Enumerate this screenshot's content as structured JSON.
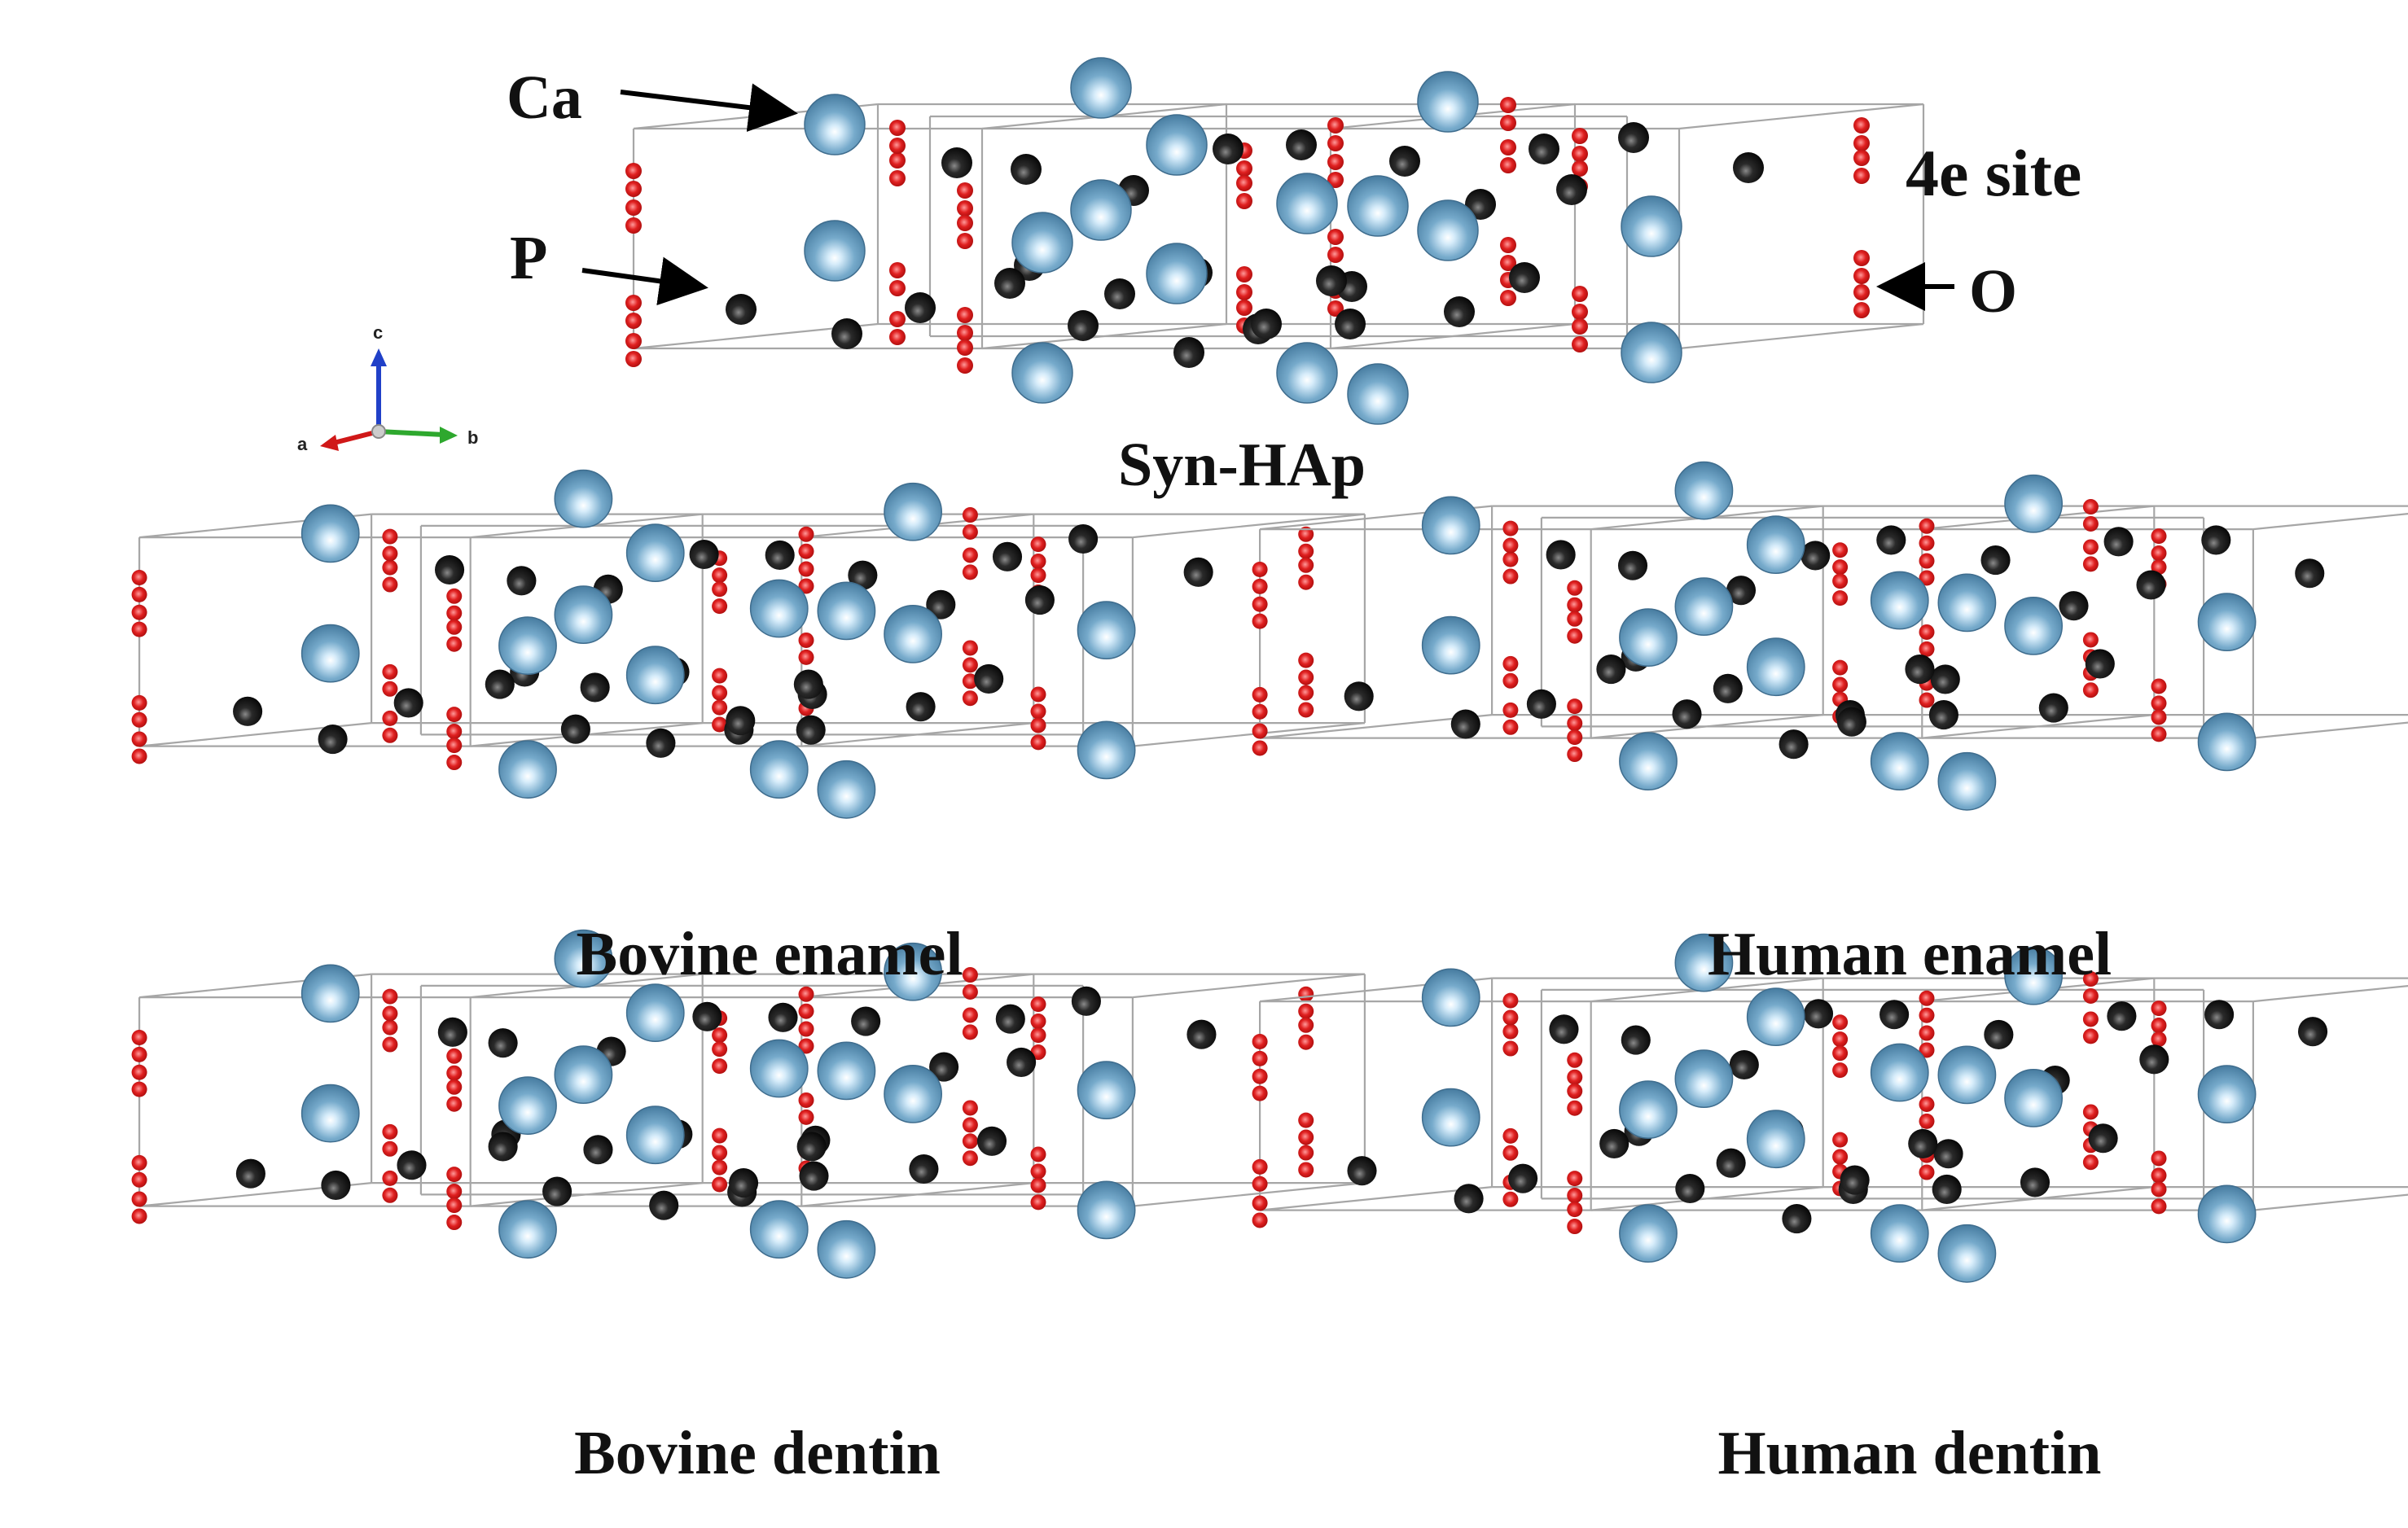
{
  "labels": {
    "ca": "Ca",
    "p": "P",
    "o": "O",
    "site": "4e site"
  },
  "axes": {
    "a": "a",
    "b": "b",
    "c": "c"
  },
  "panels": [
    {
      "id": "syn-hap",
      "caption": "Syn-HAp"
    },
    {
      "id": "bovine-enamel",
      "caption": "Bovine enamel"
    },
    {
      "id": "human-enamel",
      "caption": "Human enamel"
    },
    {
      "id": "bovine-dentin",
      "caption": "Bovine dentin"
    },
    {
      "id": "human-dentin",
      "caption": "Human dentin"
    }
  ],
  "colors": {
    "calcium": "#6fa6c9",
    "phosphorus": "#1c1c1c",
    "oxygen": "#e02020",
    "cell_edge": "#a6a6a6",
    "axis_a": "#d01818",
    "axis_b": "#2ea82e",
    "axis_c": "#2040c8"
  }
}
